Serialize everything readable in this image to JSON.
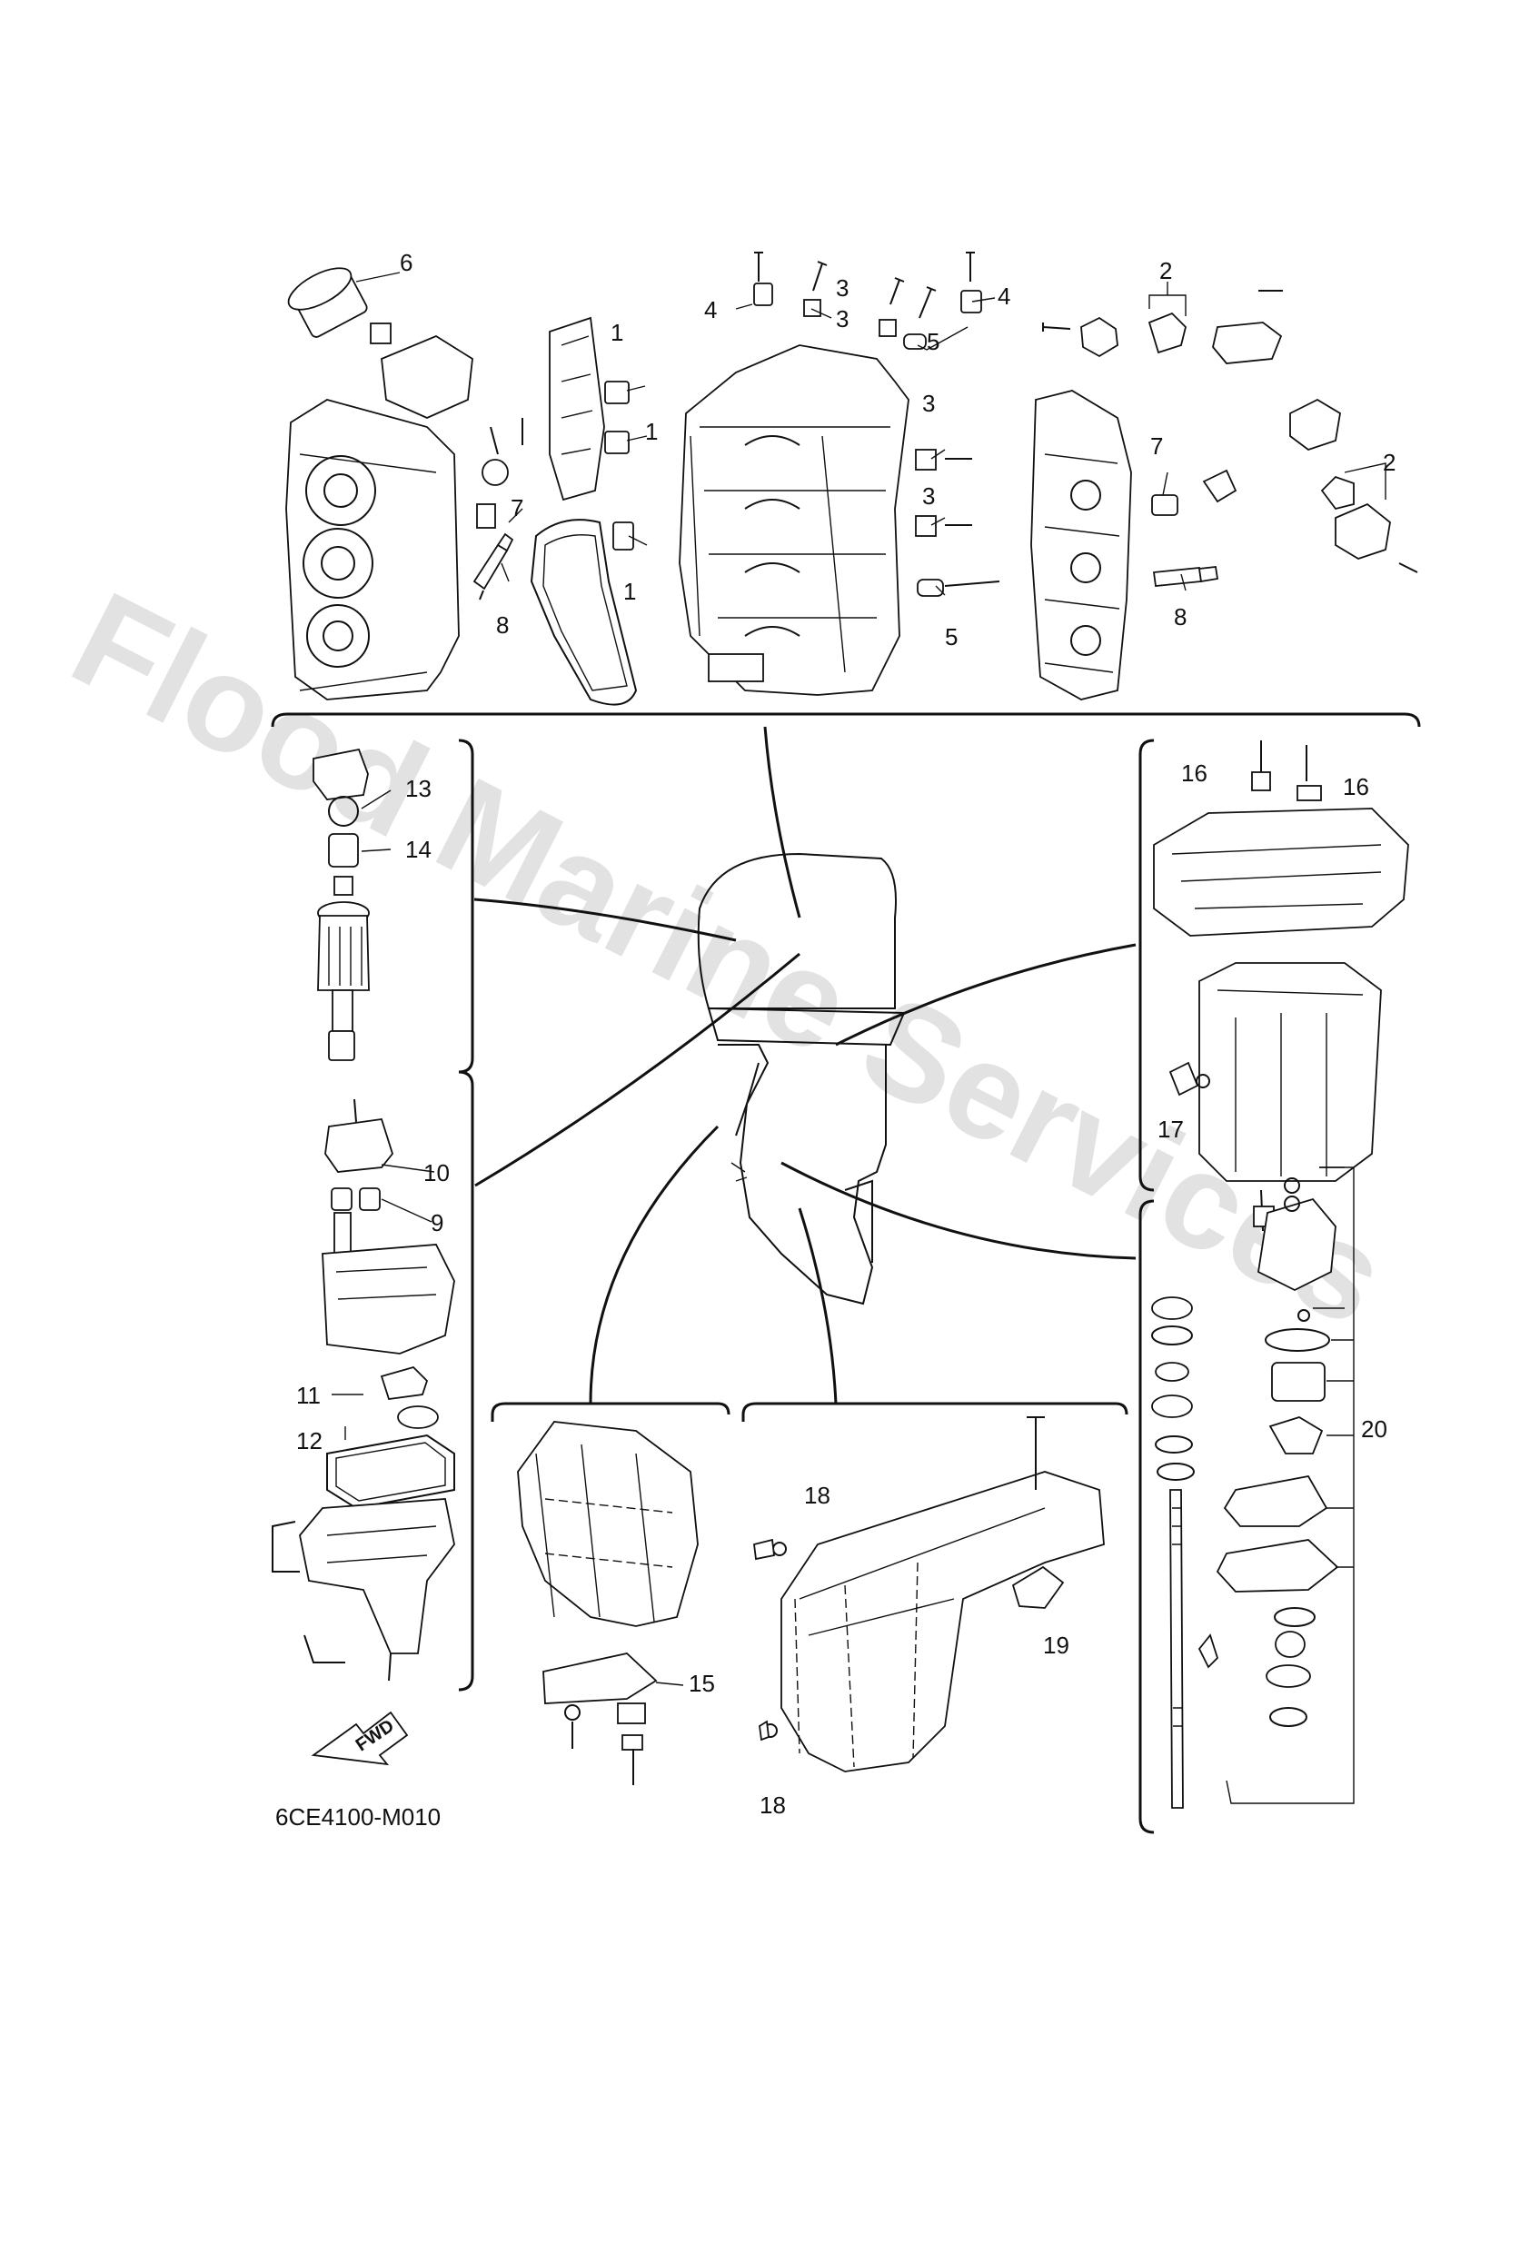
{
  "diagram": {
    "drawing_code": "6CE4100-M010",
    "watermark": "Flood Marine Services",
    "fwd_label": "FWD",
    "callouts": [
      {
        "id": "c6",
        "text": "6"
      },
      {
        "id": "c2a",
        "text": "2"
      },
      {
        "id": "c4a",
        "text": "4"
      },
      {
        "id": "c3a",
        "text": "3"
      },
      {
        "id": "c3b",
        "text": "3"
      },
      {
        "id": "c4b",
        "text": "4"
      },
      {
        "id": "c1a",
        "text": "1"
      },
      {
        "id": "c5a",
        "text": "5"
      },
      {
        "id": "c1b",
        "text": "1"
      },
      {
        "id": "c3c",
        "text": "3"
      },
      {
        "id": "c7a",
        "text": "7"
      },
      {
        "id": "c3d",
        "text": "3"
      },
      {
        "id": "c7b",
        "text": "7"
      },
      {
        "id": "c2b",
        "text": "2"
      },
      {
        "id": "c1c",
        "text": "1"
      },
      {
        "id": "c8a",
        "text": "8"
      },
      {
        "id": "c5b",
        "text": "5"
      },
      {
        "id": "c8b",
        "text": "8"
      },
      {
        "id": "c13",
        "text": "13"
      },
      {
        "id": "c14",
        "text": "14"
      },
      {
        "id": "c16a",
        "text": "16"
      },
      {
        "id": "c16b",
        "text": "16"
      },
      {
        "id": "c17",
        "text": "17"
      },
      {
        "id": "c10",
        "text": "10"
      },
      {
        "id": "c9",
        "text": "9"
      },
      {
        "id": "c11",
        "text": "11"
      },
      {
        "id": "c12",
        "text": "12"
      },
      {
        "id": "c18a",
        "text": "18"
      },
      {
        "id": "c15",
        "text": "15"
      },
      {
        "id": "c19",
        "text": "19"
      },
      {
        "id": "c18b",
        "text": "18"
      },
      {
        "id": "c20",
        "text": "20"
      }
    ]
  }
}
